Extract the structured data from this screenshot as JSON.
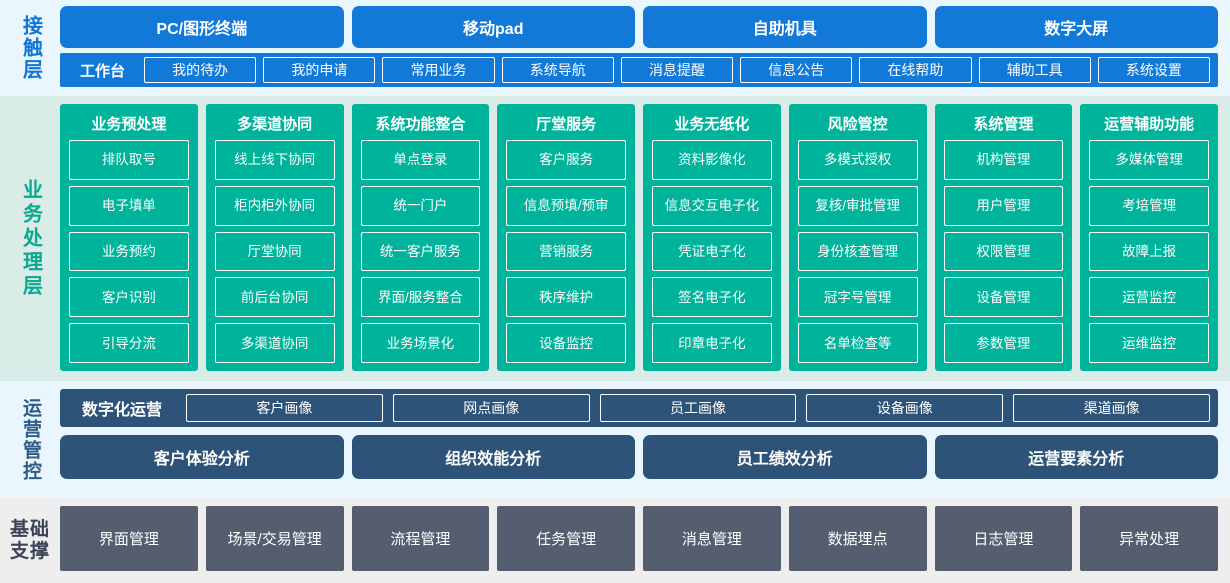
{
  "layers": [
    {
      "key": "contact",
      "label": "接触层",
      "accent": "#1279d8",
      "channels": [
        "PC/图形终端",
        "移动pad",
        "自助机具",
        "数字大屏"
      ],
      "workbench_title": "工作台",
      "workbench_items": [
        "我的待办",
        "我的申请",
        "常用业务",
        "系统导航",
        "消息提醒",
        "信息公告",
        "在线帮助",
        "辅助工具",
        "系统设置"
      ]
    },
    {
      "key": "business",
      "label": "业务处理层",
      "accent": "#00b39b",
      "columns": [
        {
          "title": "业务预处理",
          "items": [
            "排队取号",
            "电子填单",
            "业务预约",
            "客户识别",
            "引导分流"
          ]
        },
        {
          "title": "多渠道协同",
          "items": [
            "线上线下协同",
            "柜内柜外协同",
            "厅堂协同",
            "前后台协同",
            "多渠道协同"
          ]
        },
        {
          "title": "系统功能整合",
          "items": [
            "单点登录",
            "统一门户",
            "统一客户服务",
            "界面/服务整合",
            "业务场景化"
          ]
        },
        {
          "title": "厅堂服务",
          "items": [
            "客户服务",
            "信息预填/预审",
            "营销服务",
            "秩序维护",
            "设备监控"
          ]
        },
        {
          "title": "业务无纸化",
          "items": [
            "资料影像化",
            "信息交互电子化",
            "凭证电子化",
            "签名电子化",
            "印章电子化"
          ]
        },
        {
          "title": "风险管控",
          "items": [
            "多模式授权",
            "复核/审批管理",
            "身份核查管理",
            "冠字号管理",
            "名单检查等"
          ]
        },
        {
          "title": "系统管理",
          "items": [
            "机构管理",
            "用户管理",
            "权限管理",
            "设备管理",
            "参数管理"
          ]
        },
        {
          "title": "运营辅助功能",
          "items": [
            "多媒体管理",
            "考培管理",
            "故障上报",
            "运营监控",
            "运维监控"
          ]
        }
      ]
    },
    {
      "key": "operations",
      "label": "运营管控",
      "accent": "#2e5379",
      "portrait_title": "数字化运营",
      "portrait_items": [
        "客户画像",
        "网点画像",
        "员工画像",
        "设备画像",
        "渠道画像"
      ],
      "analysis_items": [
        "客户体验分析",
        "组织效能分析",
        "员工绩效分析",
        "运营要素分析"
      ]
    },
    {
      "key": "foundation",
      "label_line1": "基础",
      "label_line2": "支撑",
      "accent": "#555e6e",
      "items": [
        "界面管理",
        "场景/交易管理",
        "流程管理",
        "任务管理",
        "消息管理",
        "数据埋点",
        "日志管理",
        "异常处理"
      ]
    }
  ]
}
